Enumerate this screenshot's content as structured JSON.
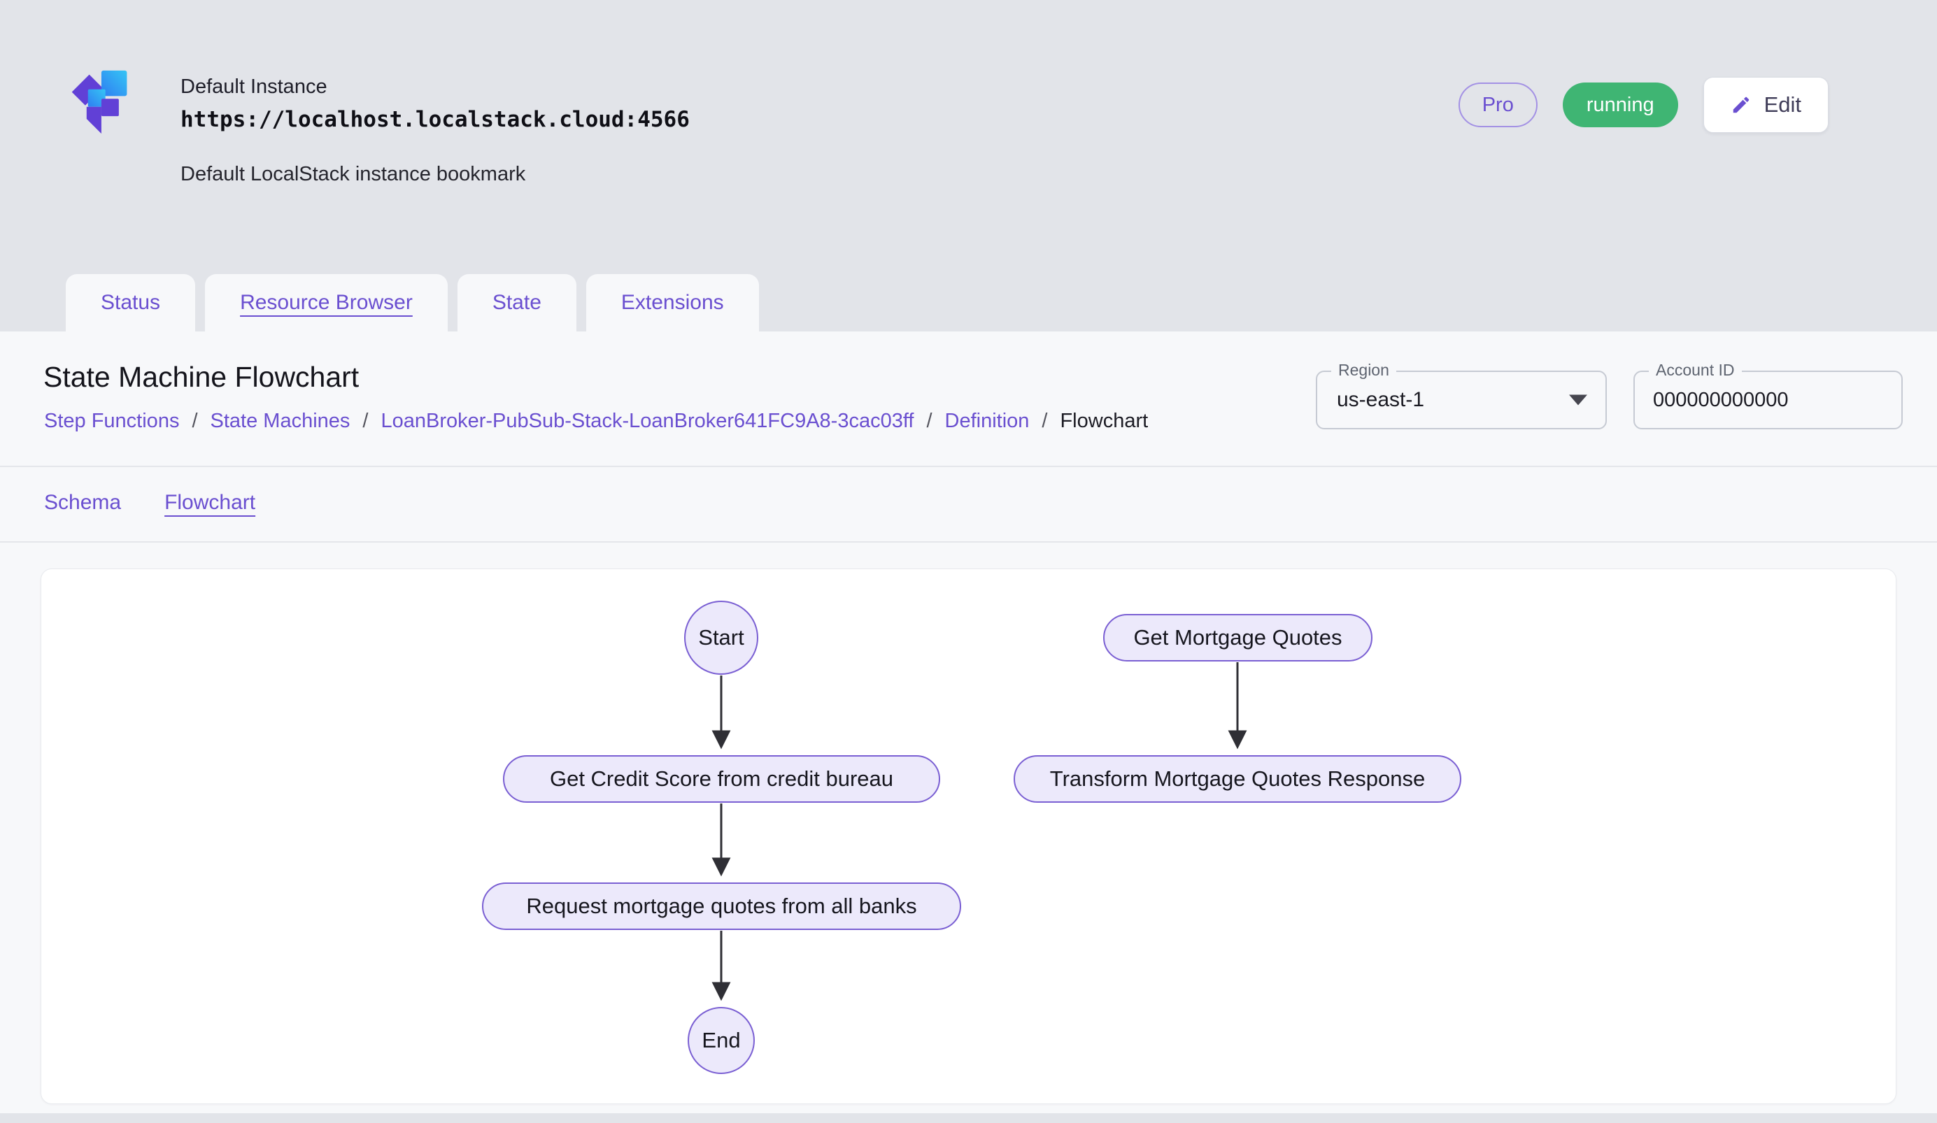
{
  "header": {
    "instance_name": "Default Instance",
    "instance_url": "https://localhost.localstack.cloud:4566",
    "instance_description": "Default LocalStack instance bookmark",
    "pro_badge": "Pro",
    "status_badge": "running",
    "edit_button": "Edit"
  },
  "tabs": {
    "status": "Status",
    "resource_browser": "Resource Browser",
    "state": "State",
    "extensions": "Extensions"
  },
  "page": {
    "title": "State Machine Flowchart",
    "breadcrumb": {
      "separator": "/",
      "items": [
        "Step Functions",
        "State Machines",
        "LoanBroker-PubSub-Stack-LoanBroker641FC9A8-3cac03ff",
        "Definition",
        "Flowchart"
      ]
    },
    "region_label": "Region",
    "region_value": "us-east-1",
    "account_id_label": "Account ID",
    "account_id_value": "000000000000",
    "subtab_schema": "Schema",
    "subtab_flowchart": "Flowchart"
  },
  "flowchart": {
    "nodes": [
      {
        "id": "start",
        "label": "Start",
        "shape": "circle"
      },
      {
        "id": "get_credit_score",
        "label": "Get Credit Score from credit bureau",
        "shape": "pill"
      },
      {
        "id": "request_quotes",
        "label": "Request mortgage quotes from all banks",
        "shape": "pill"
      },
      {
        "id": "end",
        "label": "End",
        "shape": "circle"
      },
      {
        "id": "get_mortgage_quotes",
        "label": "Get Mortgage Quotes",
        "shape": "pill"
      },
      {
        "id": "transform_response",
        "label": "Transform Mortgage Quotes Response",
        "shape": "pill"
      }
    ],
    "edges": [
      {
        "from": "start",
        "to": "get_credit_score"
      },
      {
        "from": "get_credit_score",
        "to": "request_quotes"
      },
      {
        "from": "request_quotes",
        "to": "end"
      },
      {
        "from": "get_mortgage_quotes",
        "to": "transform_response"
      }
    ]
  },
  "colors": {
    "accent_purple": "#6a4fd0",
    "running_green": "#3fb573",
    "node_fill": "#ece9fb",
    "node_border": "#7a5fd3",
    "page_background": "#e2e4e9",
    "panel_background": "#f7f8fa"
  }
}
